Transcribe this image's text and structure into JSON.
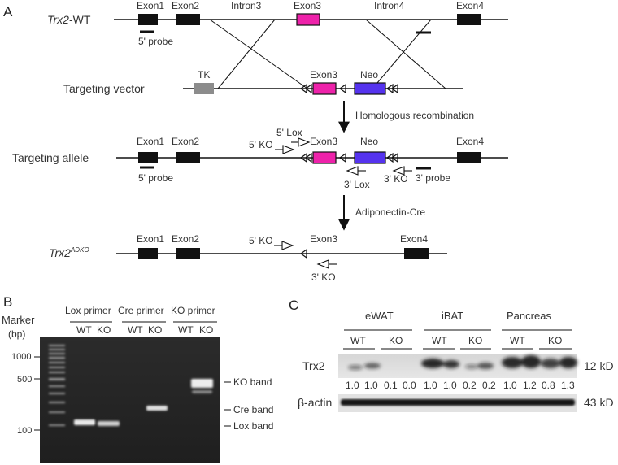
{
  "panels": {
    "a": "A",
    "b": "B",
    "c": "C"
  },
  "panel_a": {
    "rows": {
      "wt": {
        "label": "Trx2-WT",
        "gene": "Trx2",
        "suffix": "-WT"
      },
      "vector": {
        "label": "Targeting vector"
      },
      "allele": {
        "label": "Targeting allele"
      },
      "adko": {
        "label": "Trx2ADKO",
        "gene": "Trx2",
        "superscript": "ADKO"
      }
    },
    "labels": {
      "exon1": "Exon1",
      "exon2": "Exon2",
      "exon3": "Exon3",
      "exon4": "Exon4",
      "intron3": "Intron3",
      "intron4": "Intron4",
      "tk": "TK",
      "neo": "Neo",
      "probe5": "5' probe",
      "probe3": "3' probe",
      "lox5": "5' Lox",
      "lox3": "3' Lox",
      "ko5": "5' KO",
      "ko3": "3' KO"
    },
    "steps": {
      "recombination": "Homologous recombination",
      "cre": "Adiponectin-Cre"
    },
    "colors": {
      "exon3": "#ee22aa",
      "neo": "#5533ee",
      "tk": "#8c8c8c",
      "exon": "#111111"
    }
  },
  "panel_b": {
    "marker_title": "Marker",
    "marker_unit": "(bp)",
    "marker_ticks": [
      "1000",
      "500",
      "100"
    ],
    "primer_groups": [
      "Lox primer",
      "Cre primer",
      "KO primer"
    ],
    "lanes": [
      "WT",
      "KO",
      "WT",
      "KO",
      "WT",
      "KO"
    ],
    "band_labels": [
      "KO band",
      "Cre band",
      "Lox band"
    ]
  },
  "panel_c": {
    "tissues": [
      "eWAT",
      "iBAT",
      "Pancreas"
    ],
    "lanes": [
      "WT",
      "KO",
      "WT",
      "KO",
      "WT",
      "KO"
    ],
    "proteins": [
      {
        "name": "Trx2",
        "size": "12 kD"
      },
      {
        "name": "β-actin",
        "size": "43 kD"
      }
    ],
    "quantification": [
      "1.0",
      "1.0",
      "0.1",
      "0.0",
      "1.0",
      "1.0",
      "0.2",
      "0.2",
      "1.0",
      "1.2",
      "0.8",
      "1.3"
    ]
  }
}
